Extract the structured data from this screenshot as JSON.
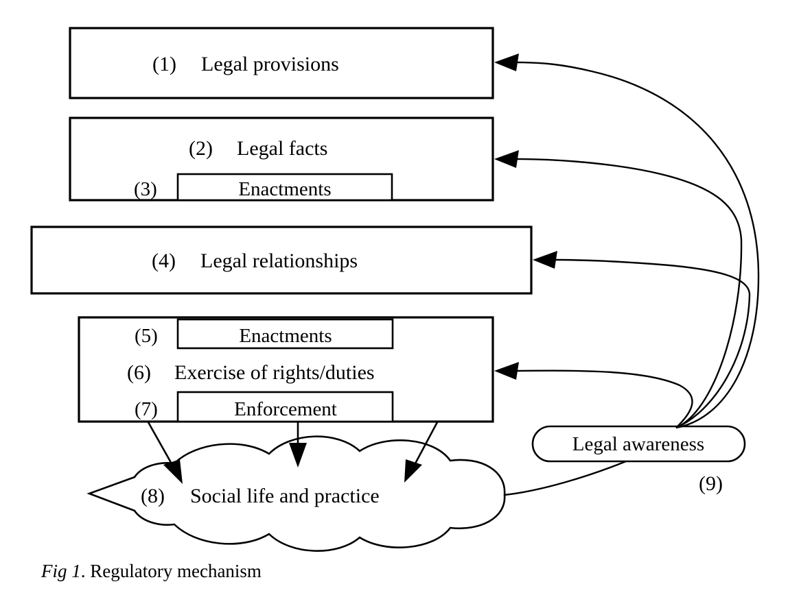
{
  "figure": {
    "caption_prefix": "Fig 1",
    "caption_sep": ". ",
    "caption_text": "Regulatory mechanism",
    "stroke_color": "#000000",
    "background_color": "#ffffff"
  },
  "nodes": [
    {
      "id": "n1",
      "number": "(1)",
      "label": "Legal provisions",
      "shape": "rect"
    },
    {
      "id": "n2",
      "number": "(2)",
      "label": "Legal facts",
      "shape": "rect"
    },
    {
      "id": "n3",
      "number": "(3)",
      "label": "Enactments",
      "shape": "rect-inner"
    },
    {
      "id": "n4",
      "number": "(4)",
      "label": "Legal relationships",
      "shape": "rect"
    },
    {
      "id": "n5",
      "number": "(5)",
      "label": "Enactments",
      "shape": "rect-inner"
    },
    {
      "id": "n6",
      "number": "(6)",
      "label": "Exercise of rights/duties",
      "shape": "rect"
    },
    {
      "id": "n7",
      "number": "(7)",
      "label": "Enforcement",
      "shape": "rect-inner"
    },
    {
      "id": "n8",
      "number": "(8)",
      "label": "Social life and practice",
      "shape": "cloud"
    },
    {
      "id": "n9",
      "number": "(9)",
      "label": "Legal awareness",
      "shape": "rounded-pill"
    }
  ],
  "edges": [
    {
      "from": "n9",
      "to": "n1",
      "style": "curved-arrow"
    },
    {
      "from": "n9",
      "to": "n2",
      "style": "curved-arrow"
    },
    {
      "from": "n9",
      "to": "n4",
      "style": "curved-arrow"
    },
    {
      "from": "n9",
      "to": "n6",
      "style": "curved-arrow"
    },
    {
      "from": "n7",
      "to": "n8",
      "style": "straight-arrow"
    },
    {
      "from": "n6",
      "to": "n8",
      "style": "straight-arrow"
    },
    {
      "from": "n6",
      "to": "n8",
      "style": "straight-arrow"
    },
    {
      "from": "n8",
      "to": "n9",
      "style": "curve"
    }
  ]
}
